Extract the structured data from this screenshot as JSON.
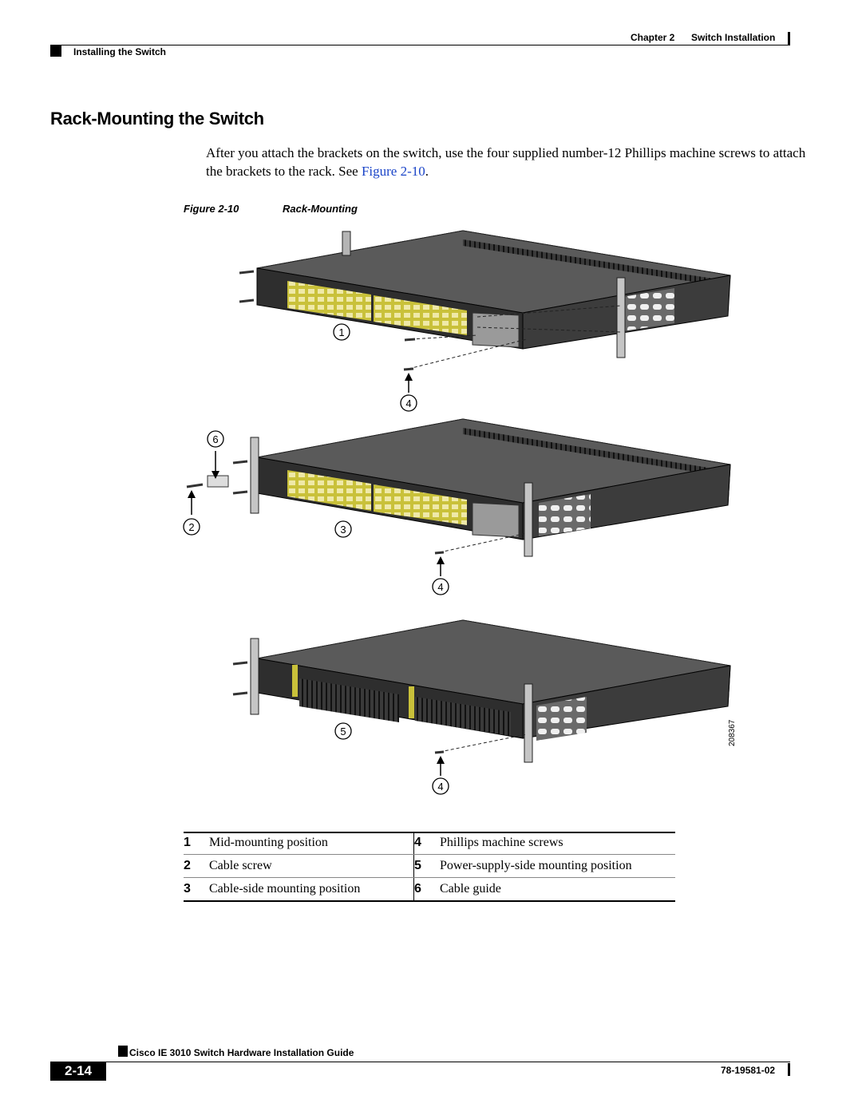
{
  "header": {
    "chapter": "Chapter 2",
    "chapter_title": "Switch Installation",
    "section": "Installing the Switch"
  },
  "title": "Rack-Mounting the Switch",
  "body": {
    "text_before": "After you attach the brackets on the switch, use the four supplied number-12 Phillips machine screws to attach the brackets to the rack. See ",
    "link": "Figure 2-10",
    "text_after": "."
  },
  "figure": {
    "number": "Figure 2-10",
    "title": "Rack-Mounting",
    "art_id": "208367",
    "callouts": [
      "1",
      "4",
      "6",
      "2",
      "3",
      "4",
      "5",
      "4"
    ]
  },
  "legend": [
    {
      "n1": "1",
      "d1": "Mid-mounting position",
      "n2": "4",
      "d2": "Phillips machine screws"
    },
    {
      "n1": "2",
      "d1": "Cable screw",
      "n2": "5",
      "d2": "Power-supply-side mounting position"
    },
    {
      "n1": "3",
      "d1": "Cable-side mounting position",
      "n2": "6",
      "d2": "Cable guide"
    }
  ],
  "footer": {
    "guide_title": "Cisco IE 3010 Switch Hardware Installation Guide",
    "page_number": "2-14",
    "doc_number": "78-19581-02"
  }
}
